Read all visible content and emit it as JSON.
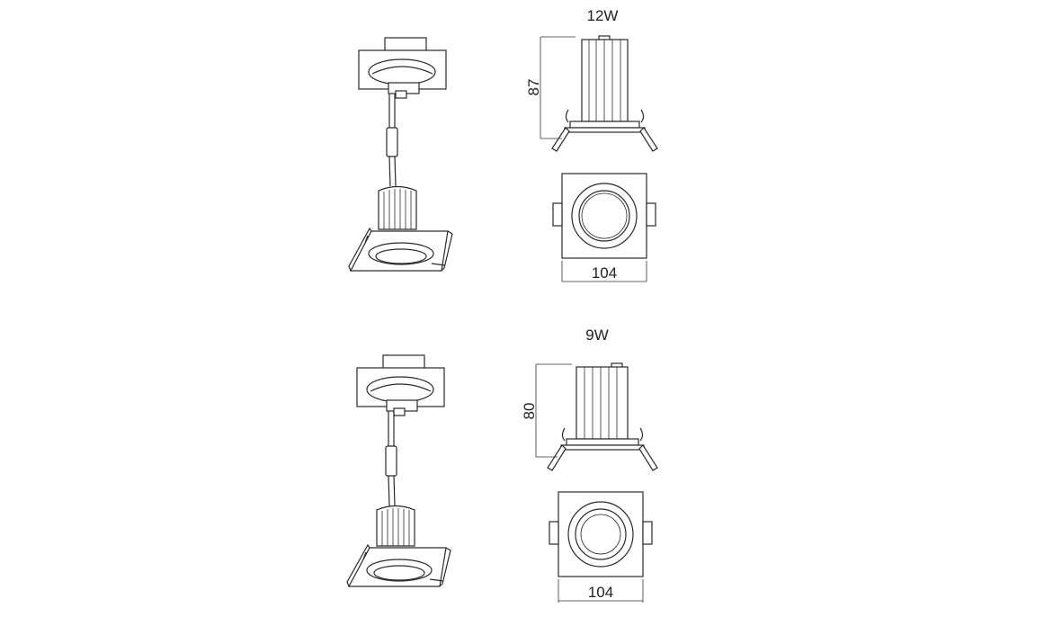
{
  "variants": [
    {
      "wattage_label": "12W",
      "height_dim": "87",
      "width_dim": "104"
    },
    {
      "wattage_label": "9W",
      "height_dim": "80",
      "width_dim": "104"
    }
  ],
  "colors": {
    "line": "#2a2a2a",
    "background": "#ffffff"
  }
}
